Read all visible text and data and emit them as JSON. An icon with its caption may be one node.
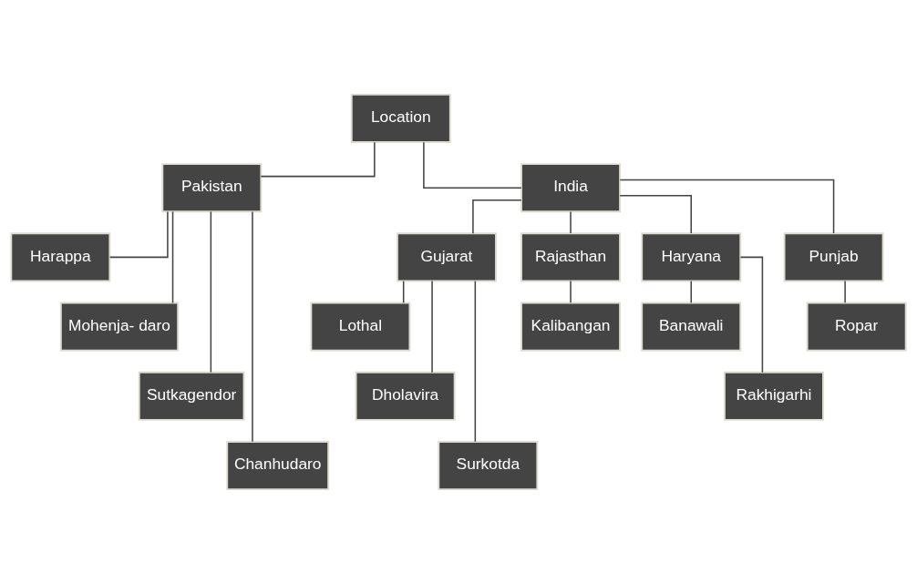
{
  "diagram": {
    "nodes": [
      {
        "text": [
          "Location"
        ]
      },
      {
        "text": [
          "Pakistan"
        ]
      },
      {
        "text": [
          "India"
        ]
      },
      {
        "text": [
          "Harappa"
        ]
      },
      {
        "text": [
          "Gujarat"
        ]
      },
      {
        "text": [
          "Rajasthan"
        ]
      },
      {
        "text": [
          "Haryana"
        ]
      },
      {
        "text": [
          "Punjab"
        ]
      },
      {
        "text": [
          "Mohenja- daro"
        ]
      },
      {
        "text": [
          "Lothal"
        ]
      },
      {
        "text": [
          "Kalibangan"
        ]
      },
      {
        "text": [
          "Banawali"
        ]
      },
      {
        "text": [
          "Ropar"
        ]
      },
      {
        "text": [
          "Sutkagendor"
        ]
      },
      {
        "text": [
          "Dholavira"
        ]
      },
      {
        "text": [
          "Rakhigarhi"
        ]
      },
      {
        "text": [
          "Chanhudaro"
        ]
      },
      {
        "text": [
          "Surkotda"
        ]
      }
    ],
    "edges": [
      {
        "from": 0,
        "to": 1,
        "arrow": "none"
      },
      {
        "from": 0,
        "to": 2,
        "arrow": "none"
      },
      {
        "from": 1,
        "to": 3,
        "arrow": "none"
      },
      {
        "from": 1,
        "to": 8,
        "arrow": "none"
      },
      {
        "from": 1,
        "to": 13,
        "arrow": "none"
      },
      {
        "from": 1,
        "to": 16,
        "arrow": "none"
      },
      {
        "from": 2,
        "to": 4,
        "arrow": "none"
      },
      {
        "from": 2,
        "to": 5,
        "arrow": "none"
      },
      {
        "from": 2,
        "to": 6,
        "arrow": "none"
      },
      {
        "from": 2,
        "to": 7,
        "arrow": "none"
      },
      {
        "from": 4,
        "to": 9,
        "arrow": "none"
      },
      {
        "from": 4,
        "to": 14,
        "arrow": "none"
      },
      {
        "from": 4,
        "to": 17,
        "arrow": "none"
      },
      {
        "from": 5,
        "to": 10,
        "arrow": "none"
      },
      {
        "from": 6,
        "to": 11,
        "arrow": "none"
      },
      {
        "from": 6,
        "to": 15,
        "arrow": "none"
      },
      {
        "from": 7,
        "to": 12,
        "arrow": "none"
      }
    ]
  }
}
